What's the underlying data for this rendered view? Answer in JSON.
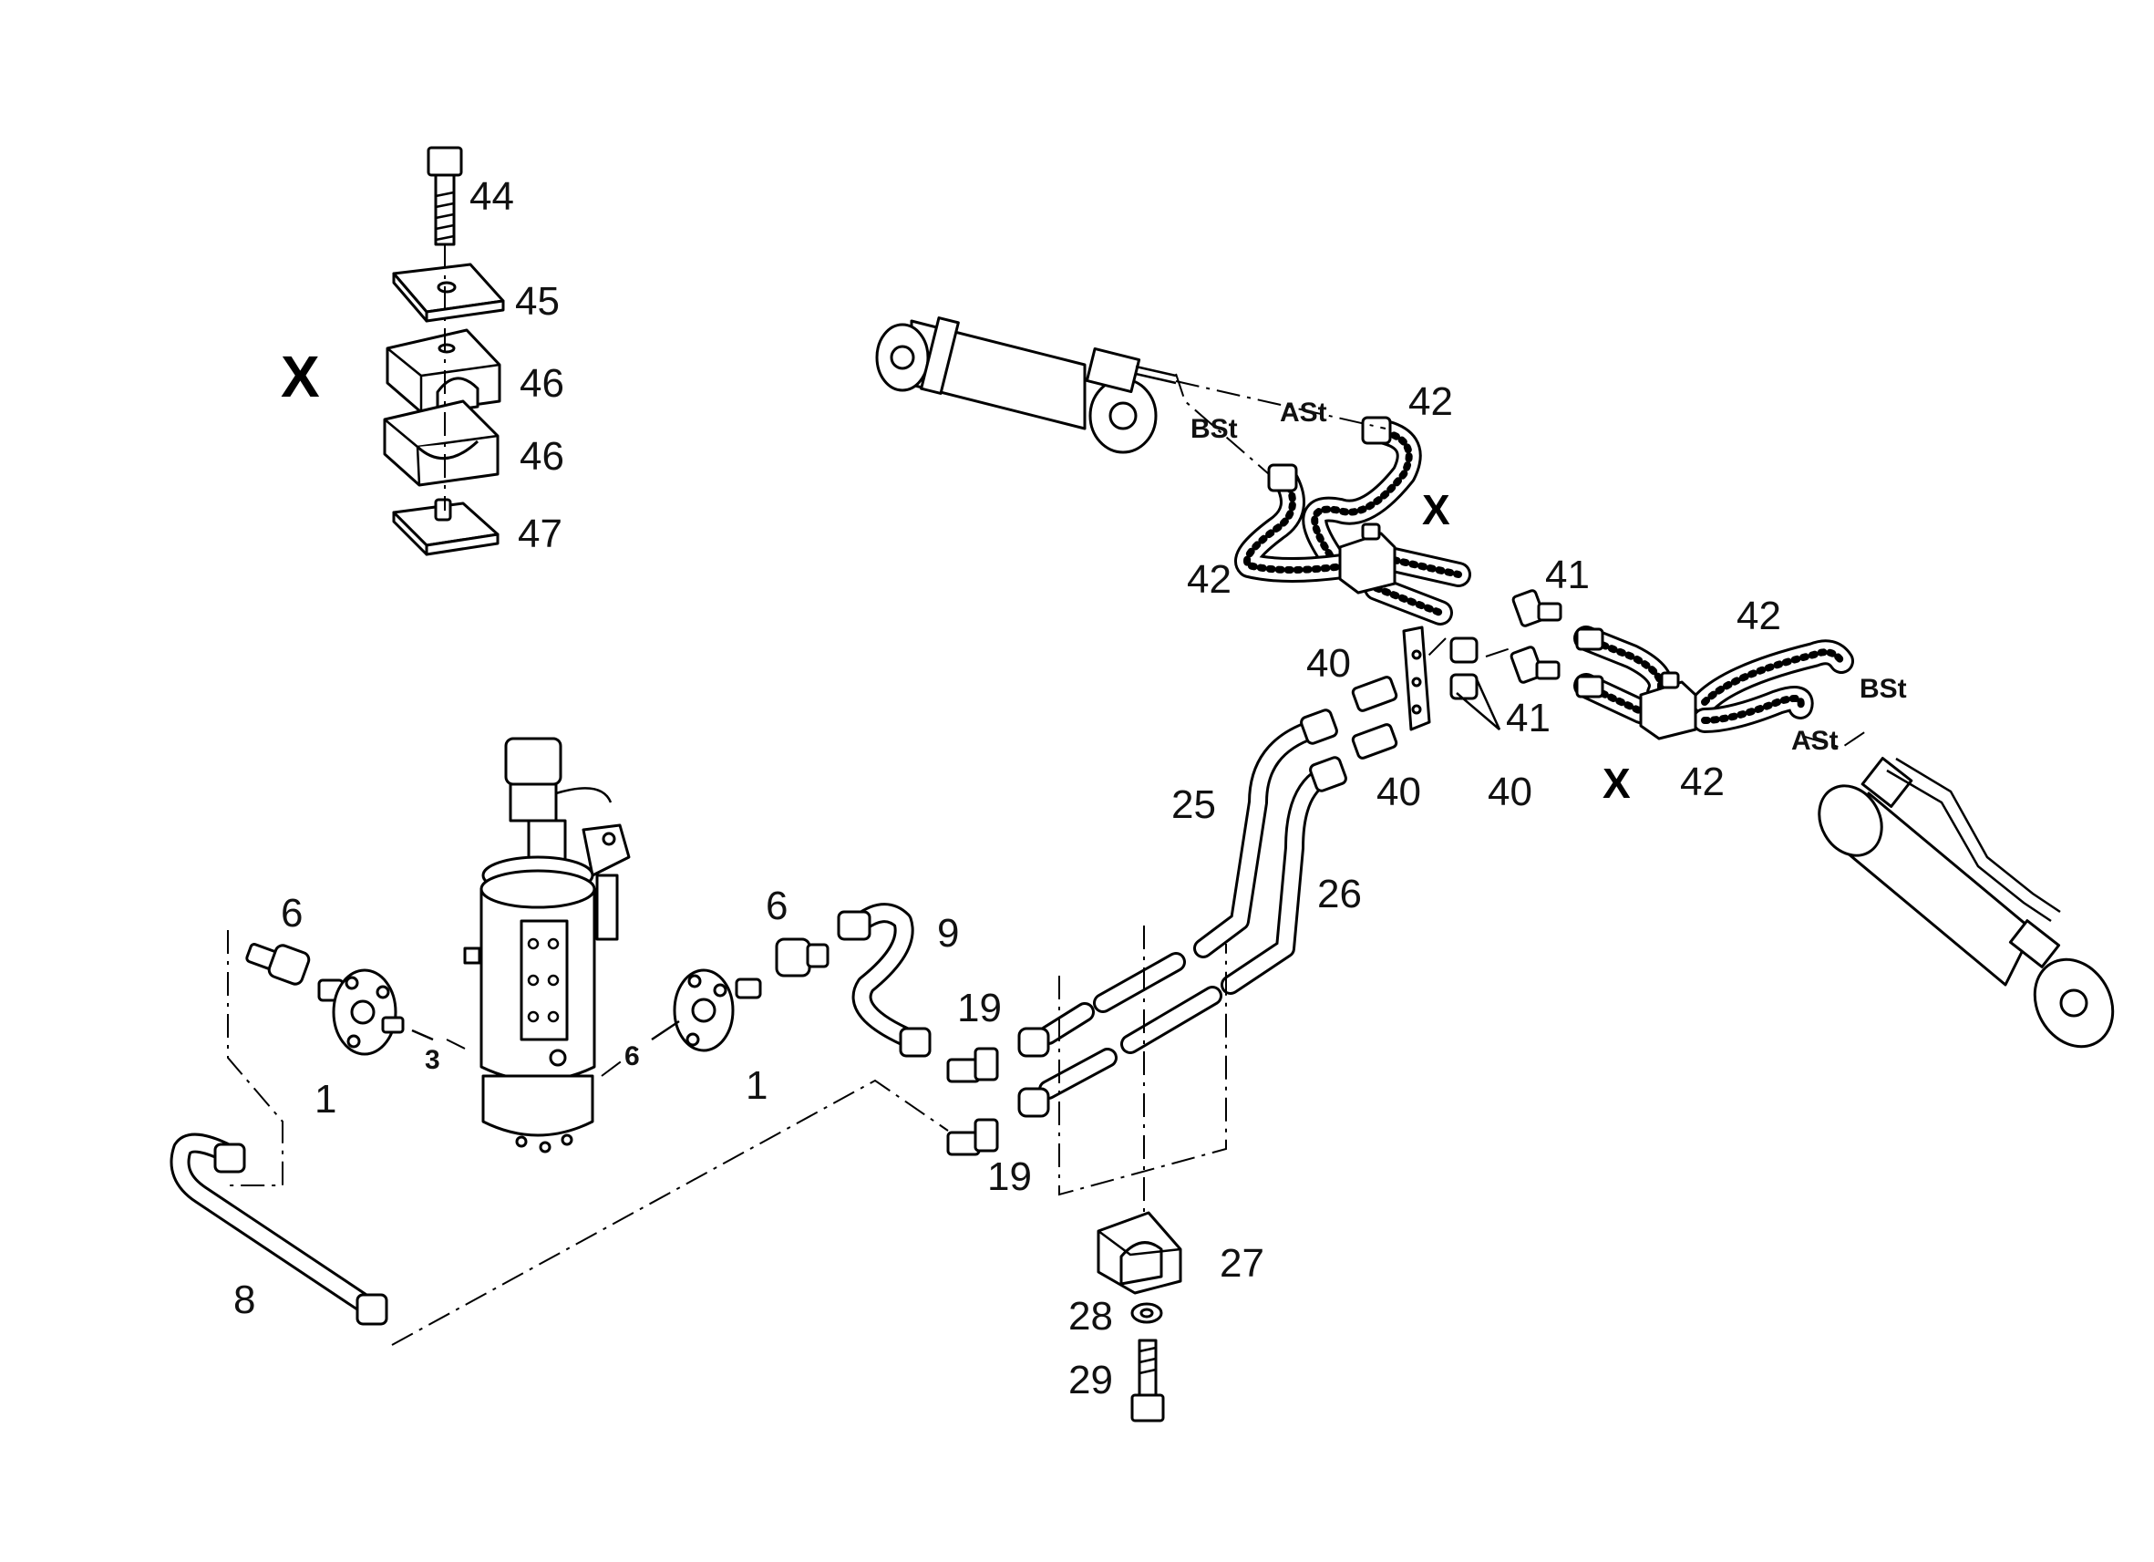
{
  "labels": {
    "p44": "44",
    "p45": "45",
    "p46a": "46",
    "p46b": "46",
    "p47": "47",
    "x_detail": "X",
    "x_top": "X",
    "x_bottom": "X",
    "p42_top": "42",
    "p42_left": "42",
    "p42_right_top": "42",
    "p42_right_bottom": "42",
    "bst_top": "BSt",
    "ast_top": "ASt",
    "bst_right": "BSt",
    "ast_right": "ASt",
    "p41_top": "41",
    "p41_bottom": "41",
    "p40_a": "40",
    "p40_b": "40",
    "p40_c": "40",
    "p25": "25",
    "p26": "26",
    "p6_left": "6",
    "p6_mid": "6",
    "p6_right": "6",
    "p9": "9",
    "p3": "3",
    "p1_left": "1",
    "p1_right": "1",
    "p19_top": "19",
    "p19_bottom": "19",
    "p8": "8",
    "p27": "27",
    "p28": "28",
    "p29": "29"
  }
}
